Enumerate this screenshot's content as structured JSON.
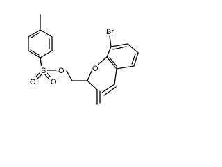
{
  "molecule": {
    "atoms": {
      "bromine": "Br",
      "ether_oxygen": "O",
      "ester_oxygen": "O",
      "sulfur": "S",
      "sulfonyl_oxygen_left": "O",
      "sulfonyl_oxygen_right": "O"
    }
  }
}
